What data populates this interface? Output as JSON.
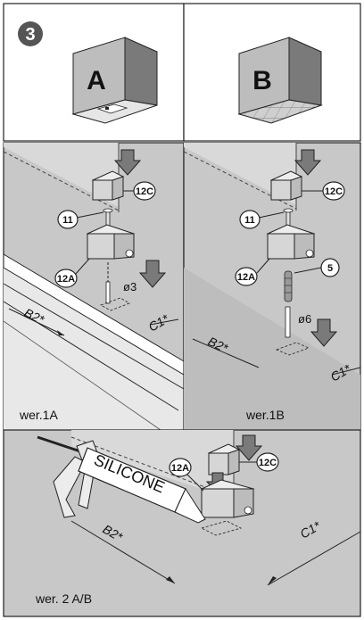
{
  "step": {
    "number": "3"
  },
  "top": {
    "option_a": "A",
    "option_b": "B"
  },
  "parts": {
    "p12c": "12C",
    "p11": "11",
    "p12a": "12A",
    "p5": "5"
  },
  "dims": {
    "b2": "B2*",
    "c1": "C1*",
    "d3": "ø3",
    "d6": "ø6"
  },
  "variants": {
    "v1a": "wer.1A",
    "v1b": "wer.1B",
    "v2ab": "wer. 2 A/B"
  },
  "tube": {
    "label": "SILICONE"
  },
  "colors": {
    "gray_panel": "#c8c8c8",
    "dark_gray": "#6e6e6e",
    "line": "#222222"
  }
}
